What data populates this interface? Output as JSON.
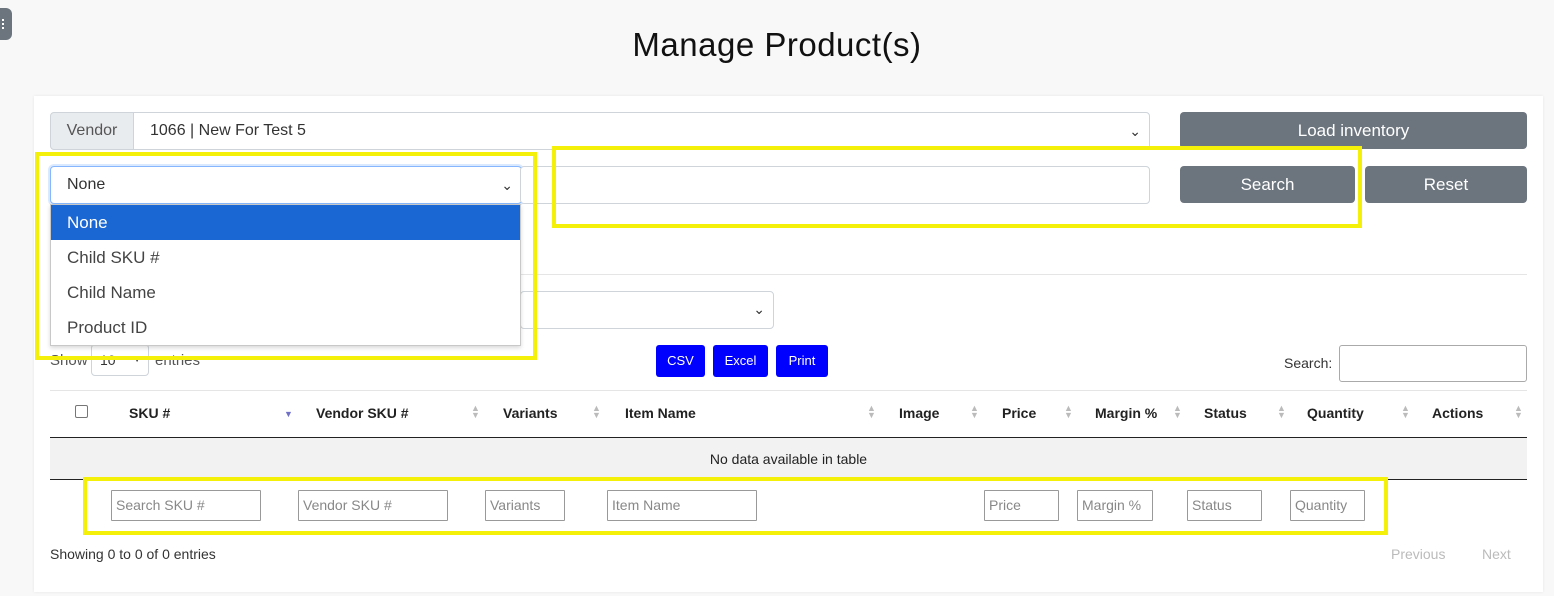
{
  "page": {
    "title": "Manage Product(s)"
  },
  "vendor": {
    "label": "Vendor",
    "selected": "1066 | New For Test 5"
  },
  "buttons": {
    "load_inventory": "Load inventory",
    "search": "Search",
    "reset": "Reset"
  },
  "filter": {
    "selected": "None",
    "options": [
      "None",
      "Child SKU #",
      "Child Name",
      "Product ID"
    ]
  },
  "length": {
    "show": "Show",
    "value": "10",
    "entries": "entries"
  },
  "export": {
    "csv": "CSV",
    "excel": "Excel",
    "print": "Print"
  },
  "table_search": {
    "label": "Search:"
  },
  "table": {
    "columns": [
      "SKU #",
      "Vendor SKU #",
      "Variants",
      "Item Name",
      "Image",
      "Price",
      "Margin %",
      "Status",
      "Quantity",
      "Actions"
    ],
    "empty_message": "No data available in table",
    "footer_placeholders": [
      "Search SKU #",
      "Vendor SKU #",
      "Variants",
      "Item Name",
      "Price",
      "Margin %",
      "Status",
      "Quantity"
    ]
  },
  "pagination": {
    "info": "Showing 0 to 0 of 0 entries",
    "previous": "Previous",
    "next": "Next"
  },
  "colors": {
    "accent_gray": "#6c757d",
    "export_blue": "#0000ff",
    "highlight": "#f5f00a",
    "selected_option": "#1a66d2"
  }
}
